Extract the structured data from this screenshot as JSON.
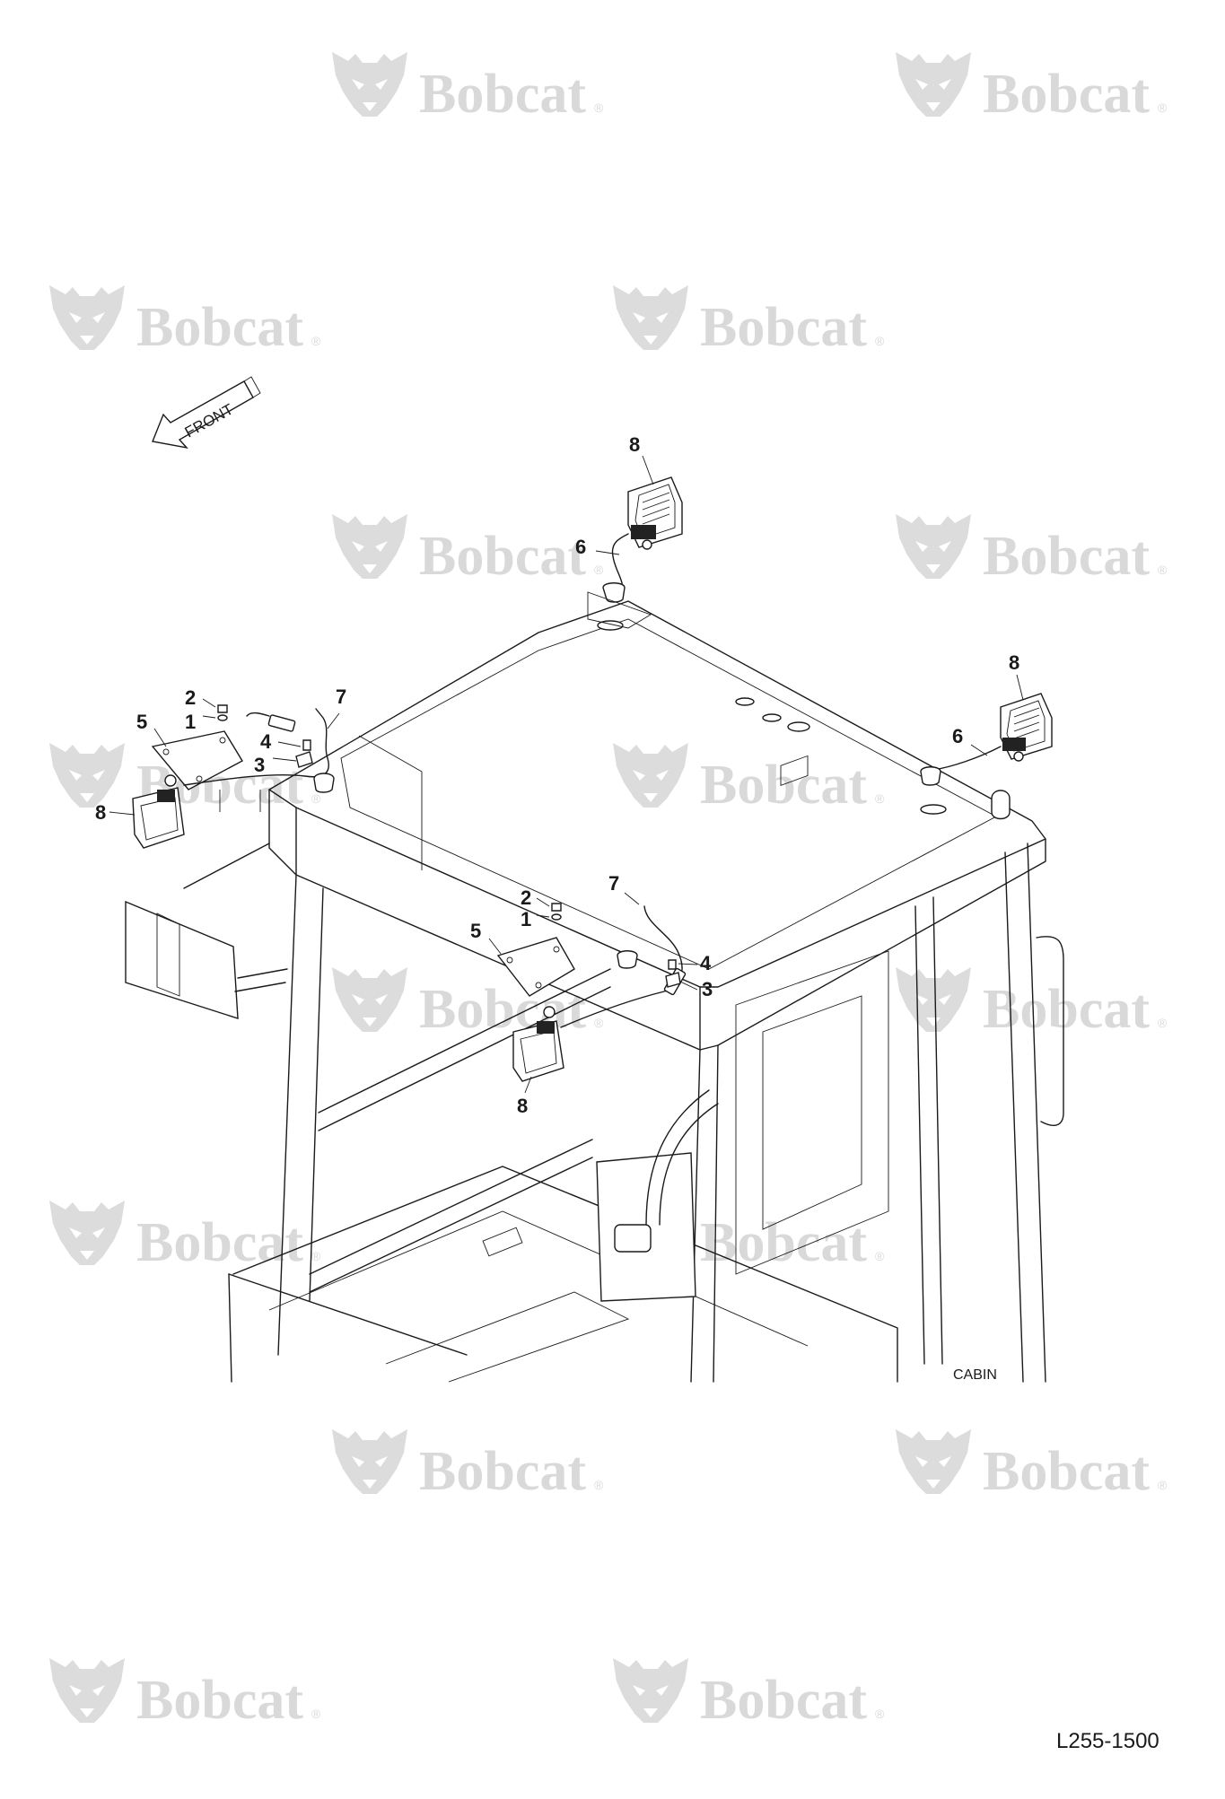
{
  "watermark": {
    "brand": "Bobcat",
    "registered_mark": "®"
  },
  "diagram": {
    "direction_arrow_label": "FRONT",
    "assembly_label": "CABIN",
    "drawing_number": "L255-1500",
    "callouts": [
      {
        "id": "c8-top",
        "number": "8"
      },
      {
        "id": "c6-top",
        "number": "6"
      },
      {
        "id": "c8-right",
        "number": "8"
      },
      {
        "id": "c6-right",
        "number": "6"
      },
      {
        "id": "c2-left",
        "number": "2"
      },
      {
        "id": "c1-left",
        "number": "1"
      },
      {
        "id": "c5-left",
        "number": "5"
      },
      {
        "id": "c7-left",
        "number": "7"
      },
      {
        "id": "c4-left",
        "number": "4"
      },
      {
        "id": "c3-left",
        "number": "3"
      },
      {
        "id": "c8-left",
        "number": "8"
      },
      {
        "id": "c2-mid",
        "number": "2"
      },
      {
        "id": "c1-mid",
        "number": "1"
      },
      {
        "id": "c5-mid",
        "number": "5"
      },
      {
        "id": "c7-mid",
        "number": "7"
      },
      {
        "id": "c4-mid",
        "number": "4"
      },
      {
        "id": "c3-mid",
        "number": "3"
      },
      {
        "id": "c8-mid",
        "number": "8"
      }
    ]
  }
}
